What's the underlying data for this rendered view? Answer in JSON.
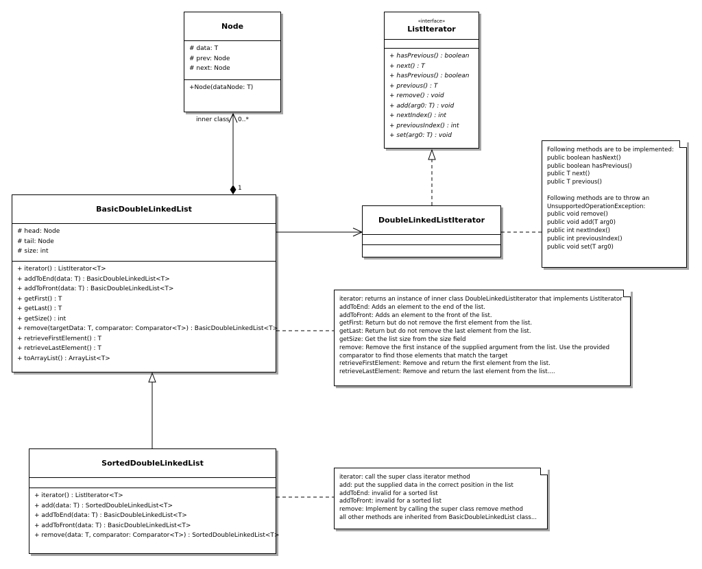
{
  "classes": {
    "node": {
      "name": "Node",
      "attributes": [
        "# data: T",
        "# prev: Node",
        "# next: Node"
      ],
      "operations": [
        "+Node(dataNode: T)"
      ]
    },
    "list_iterator": {
      "stereotype": "«interface»",
      "name": "ListIterator",
      "operations": [
        "+ hasPrevious() : boolean",
        "+ next() : T",
        "+ hasPrevious() : boolean",
        "+ previous() : T",
        "+ remove() : void",
        "+ add(arg0: T) : void",
        "+ nextIndex() : int",
        "+ previousIndex() : int",
        "+ set(arg0: T) : void"
      ]
    },
    "basic_list": {
      "name": "BasicDoubleLinkedList",
      "attributes": [
        "# head: Node",
        "# tail: Node",
        "# size: int"
      ],
      "operations": [
        "+ iterator() : ListIterator<T>",
        "+ addToEnd(data: T) : BasicDoubleLinkedList<T>",
        "+ addToFront(data: T) : BasicDoubleLinkedList<T>",
        "+ getFirst() : T",
        "+ getLast() : T",
        "+ getSize() : int",
        "+ remove(targetData: T, comparator: Comparator<T>) : BasicDoubleLinkedList<T>",
        "+ retrieveFirstElement() : T",
        "+ retrieveLastElement() : T",
        "+ toArrayList() : ArrayList<T>"
      ]
    },
    "dll_iterator": {
      "name": "DoubleLinkedListIterator"
    },
    "sorted_list": {
      "name": "SortedDoubleLinkedList",
      "operations": [
        "+ iterator() : ListIterator<T>",
        "+ add(data: T) : SortedDoubleLinkedList<T>",
        "+ addToEnd(data: T) : BasicDoubleLinkedList<T>",
        "+ addToFront(data: T) : BasicDoubleLinkedList<T>",
        "+ remove(data: T, comparator: Comparator<T>) : SortedDoubleLinkedList<T>"
      ]
    }
  },
  "notes": {
    "iterator_note": [
      "Following methods are to be implemented:",
      "public boolean hasNext()",
      "public boolean hasPrevious()",
      "public T next()",
      "public T previous()",
      "",
      "Following methods are to throw an",
      "UnsupportedOperationException:",
      "public void remove()",
      "public void add(T arg0)",
      "public int nextIndex()",
      "public int previousIndex()",
      "public void set(T arg0)"
    ],
    "basic_note": [
      "iterator: returns an instance of inner class DoubleLinkedListIterator that implements ListIterator",
      "addToEnd: Adds an element to the end of the list.",
      "addToFront: Adds an element to the front of the list.",
      "getFirst: Return but do not remove the first element from the list.",
      "getLast:  Return but do not remove the last element from the list.",
      "getSize: Get the list size from the size field",
      "remove: Remove the first instance of the supplied argument from the list. Use the provided",
      "comparator to find those elements that match the target",
      "retrieveFirstElement: Remove and return the first element from the list.",
      "retrieveLastElement:  Remove and return the last element from the list...."
    ],
    "sorted_note": [
      "iterator: call the super class iterator method",
      "add: put the supplied data in the correct position in the list",
      "addToEnd: invalid for a sorted list",
      "addToFront: invalid for a sorted list",
      "remove: Implement by calling the super class remove method",
      "all other methods are inherited from BasicDoubleLinkedList class..."
    ]
  },
  "labels": {
    "inner_class": "inner class",
    "mult_many": "0..*",
    "mult_one": "1"
  }
}
